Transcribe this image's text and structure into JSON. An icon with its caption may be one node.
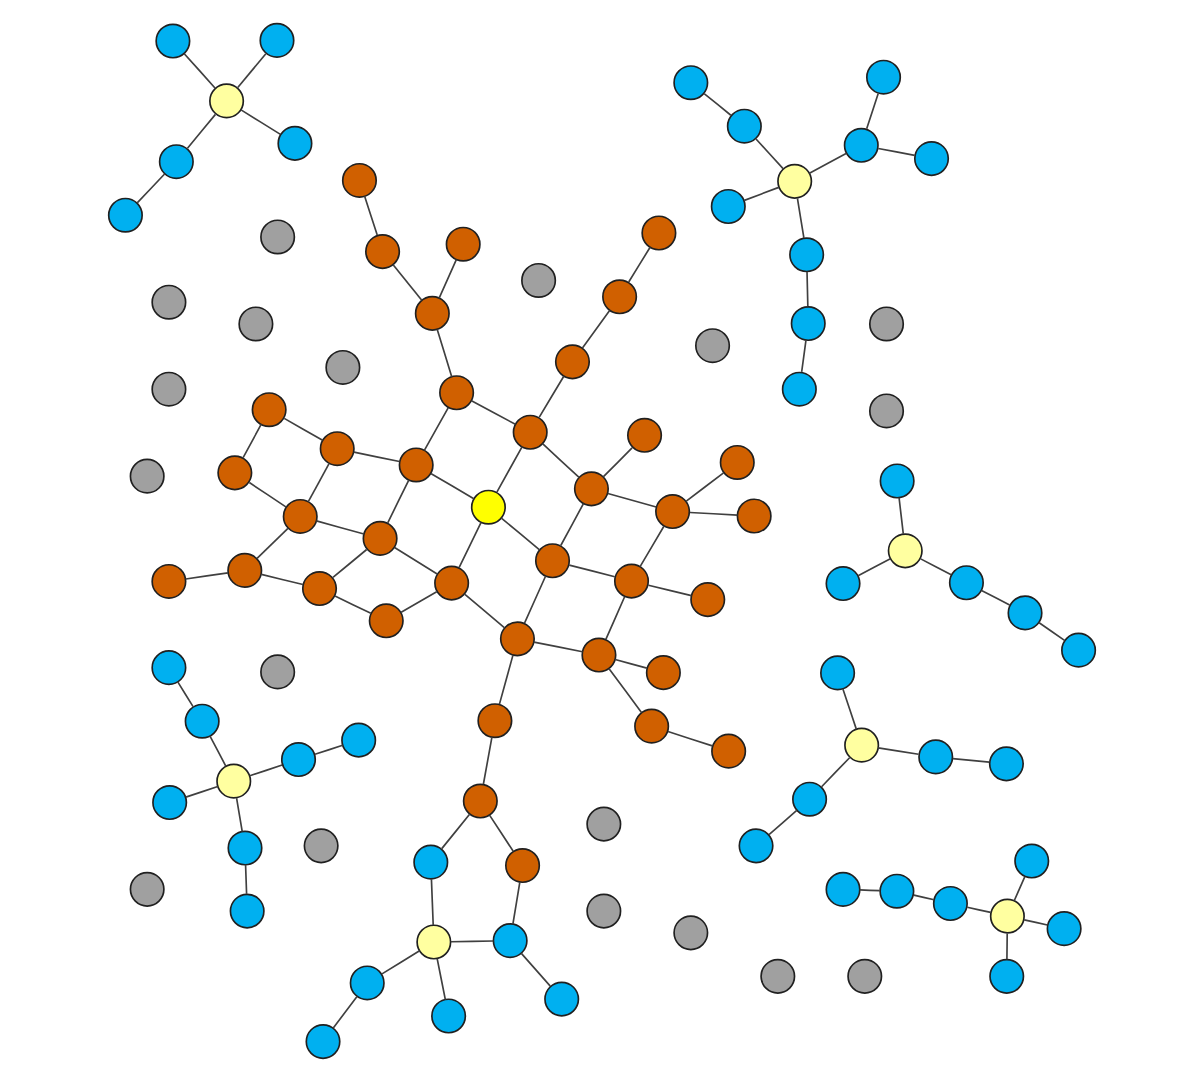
{
  "diagram": {
    "nodes": [
      {
        "text": [],
        "shape": "circle"
      },
      {
        "text": [],
        "shape": "circle"
      },
      {
        "text": [],
        "shape": "circle"
      },
      {
        "text": [],
        "shape": "circle"
      },
      {
        "text": [],
        "shape": "circle"
      },
      {
        "text": [],
        "shape": "circle"
      },
      {
        "text": [],
        "shape": "circle"
      },
      {
        "text": [],
        "shape": "circle"
      },
      {
        "text": [],
        "shape": "circle"
      },
      {
        "text": [],
        "shape": "circle"
      },
      {
        "text": [],
        "shape": "circle"
      },
      {
        "text": [],
        "shape": "circle"
      },
      {
        "text": [],
        "shape": "circle"
      },
      {
        "text": [],
        "shape": "circle"
      },
      {
        "text": [],
        "shape": "circle"
      },
      {
        "text": [],
        "shape": "circle"
      },
      {
        "text": [],
        "shape": "circle"
      },
      {
        "text": [],
        "shape": "circle"
      },
      {
        "text": [],
        "shape": "circle"
      },
      {
        "text": [],
        "shape": "circle"
      },
      {
        "text": [],
        "shape": "circle"
      },
      {
        "text": [],
        "shape": "circle"
      },
      {
        "text": [],
        "shape": "circle"
      },
      {
        "text": [],
        "shape": "circle"
      },
      {
        "text": [],
        "shape": "circle"
      },
      {
        "text": [],
        "shape": "circle"
      },
      {
        "text": [],
        "shape": "circle"
      },
      {
        "text": [],
        "shape": "circle"
      },
      {
        "text": [],
        "shape": "circle"
      },
      {
        "text": [],
        "shape": "circle"
      },
      {
        "text": [],
        "shape": "circle"
      },
      {
        "text": [],
        "shape": "circle"
      },
      {
        "text": [],
        "shape": "circle"
      },
      {
        "text": [],
        "shape": "circle"
      },
      {
        "text": [],
        "shape": "circle"
      },
      {
        "text": [],
        "shape": "circle"
      },
      {
        "text": [],
        "shape": "circle"
      },
      {
        "text": [],
        "shape": "circle"
      },
      {
        "text": [],
        "shape": "circle"
      },
      {
        "text": [],
        "shape": "circle"
      },
      {
        "text": [],
        "shape": "circle"
      },
      {
        "text": [],
        "shape": "circle"
      },
      {
        "text": [],
        "shape": "circle"
      },
      {
        "text": [],
        "shape": "circle"
      },
      {
        "text": [],
        "shape": "circle"
      },
      {
        "text": [],
        "shape": "circle"
      },
      {
        "text": [],
        "shape": "circle"
      },
      {
        "text": [],
        "shape": "circle"
      },
      {
        "text": [],
        "shape": "circle"
      },
      {
        "text": [],
        "shape": "circle"
      },
      {
        "text": [],
        "shape": "circle"
      },
      {
        "text": [],
        "shape": "circle"
      },
      {
        "text": [],
        "shape": "circle"
      },
      {
        "text": [],
        "shape": "circle"
      },
      {
        "text": [],
        "shape": "circle"
      },
      {
        "text": [],
        "shape": "circle"
      },
      {
        "text": [],
        "shape": "circle"
      },
      {
        "text": [],
        "shape": "circle"
      },
      {
        "text": [],
        "shape": "circle"
      },
      {
        "text": [],
        "shape": "circle"
      },
      {
        "text": [],
        "shape": "circle"
      },
      {
        "text": [],
        "shape": "circle"
      },
      {
        "text": [],
        "shape": "circle"
      },
      {
        "text": [],
        "shape": "circle"
      },
      {
        "text": [],
        "shape": "circle"
      },
      {
        "text": [],
        "shape": "circle"
      },
      {
        "text": [],
        "shape": "circle"
      },
      {
        "text": [],
        "shape": "circle"
      },
      {
        "text": [],
        "shape": "circle"
      },
      {
        "text": [],
        "shape": "circle"
      },
      {
        "text": [],
        "shape": "circle"
      },
      {
        "text": [],
        "shape": "circle"
      },
      {
        "text": [],
        "shape": "circle"
      },
      {
        "text": [],
        "shape": "circle"
      },
      {
        "text": [],
        "shape": "circle"
      },
      {
        "text": [],
        "shape": "circle"
      },
      {
        "text": [],
        "shape": "circle"
      },
      {
        "text": [],
        "shape": "circle"
      },
      {
        "text": [],
        "shape": "circle"
      },
      {
        "text": [],
        "shape": "circle"
      },
      {
        "text": [],
        "shape": "circle"
      },
      {
        "text": [],
        "shape": "circle"
      },
      {
        "text": [],
        "shape": "circle"
      },
      {
        "text": [],
        "shape": "circle"
      },
      {
        "text": [],
        "shape": "circle"
      },
      {
        "text": [],
        "shape": "circle"
      },
      {
        "text": [],
        "shape": "circle"
      },
      {
        "text": [],
        "shape": "circle"
      },
      {
        "text": [],
        "shape": "circle"
      },
      {
        "text": [],
        "shape": "circle"
      },
      {
        "text": [],
        "shape": "circle"
      },
      {
        "text": [],
        "shape": "circle"
      },
      {
        "text": [],
        "shape": "circle"
      },
      {
        "text": [],
        "shape": "circle"
      },
      {
        "text": [],
        "shape": "circle"
      },
      {
        "text": [],
        "shape": "circle"
      },
      {
        "text": [],
        "shape": "circle"
      },
      {
        "text": [],
        "shape": "circle"
      },
      {
        "text": [],
        "shape": "circle"
      },
      {
        "text": [],
        "shape": "circle"
      },
      {
        "text": [],
        "shape": "circle"
      },
      {
        "text": [],
        "shape": "circle"
      },
      {
        "text": [],
        "shape": "circle"
      },
      {
        "text": [],
        "shape": "circle"
      },
      {
        "text": [],
        "shape": "circle"
      }
    ],
    "edges": [
      {
        "from": 2,
        "to": 7,
        "arrow": "none"
      },
      {
        "from": 3,
        "to": 8,
        "arrow": "none"
      },
      {
        "from": 4,
        "to": 9,
        "arrow": "none"
      },
      {
        "from": 7,
        "to": 8,
        "arrow": "none"
      },
      {
        "from": 8,
        "to": 9,
        "arrow": "none"
      },
      {
        "from": 8,
        "to": 15,
        "arrow": "none"
      },
      {
        "from": 15,
        "to": 19,
        "arrow": "none"
      },
      {
        "from": 9,
        "to": 20,
        "arrow": "none"
      },
      {
        "from": 11,
        "to": 12,
        "arrow": "none"
      },
      {
        "from": 12,
        "to": 13,
        "arrow": "none"
      },
      {
        "from": 13,
        "to": 14,
        "arrow": "none"
      },
      {
        "from": 6,
        "to": 14,
        "arrow": "none"
      },
      {
        "from": 13,
        "to": 17,
        "arrow": "none"
      },
      {
        "from": 29,
        "to": 40,
        "arrow": "none"
      },
      {
        "from": 30,
        "to": 41,
        "arrow": "none"
      },
      {
        "from": 40,
        "to": 41,
        "arrow": "none"
      },
      {
        "from": 41,
        "to": 42,
        "arrow": "none"
      },
      {
        "from": 41,
        "to": 55,
        "arrow": "none"
      },
      {
        "from": 38,
        "to": 39,
        "arrow": "none"
      },
      {
        "from": 38,
        "to": 51,
        "arrow": "none"
      },
      {
        "from": 50,
        "to": 51,
        "arrow": "none"
      },
      {
        "from": 51,
        "to": 52,
        "arrow": "none"
      },
      {
        "from": 52,
        "to": 53,
        "arrow": "none"
      },
      {
        "from": 51,
        "to": 64,
        "arrow": "none"
      },
      {
        "from": 63,
        "to": 64,
        "arrow": "none"
      },
      {
        "from": 76,
        "to": 77,
        "arrow": "none"
      },
      {
        "from": 76,
        "to": 83,
        "arrow": "none"
      },
      {
        "from": 82,
        "to": 83,
        "arrow": "none"
      },
      {
        "from": 83,
        "to": 84,
        "arrow": "none"
      },
      {
        "from": 84,
        "to": 85,
        "arrow": "none"
      },
      {
        "from": 84,
        "to": 95,
        "arrow": "none"
      },
      {
        "from": 83,
        "to": 94,
        "arrow": "none"
      },
      {
        "from": 92,
        "to": 93,
        "arrow": "none"
      },
      {
        "from": 93,
        "to": 94,
        "arrow": "none"
      },
      {
        "from": 79,
        "to": 87,
        "arrow": "none"
      },
      {
        "from": 86,
        "to": 87,
        "arrow": "none"
      },
      {
        "from": 87,
        "to": 88,
        "arrow": "none"
      },
      {
        "from": 87,
        "to": 96,
        "arrow": "none"
      },
      {
        "from": 96,
        "to": 97,
        "arrow": "none"
      },
      {
        "from": 97,
        "to": 103,
        "arrow": "none"
      },
      {
        "from": 80,
        "to": 81,
        "arrow": "none"
      },
      {
        "from": 81,
        "to": 91,
        "arrow": "none"
      },
      {
        "from": 89,
        "to": 90,
        "arrow": "none"
      },
      {
        "from": 90,
        "to": 91,
        "arrow": "none"
      },
      {
        "from": 90,
        "to": 99,
        "arrow": "none"
      },
      {
        "from": 18,
        "to": 22,
        "arrow": "none"
      },
      {
        "from": 19,
        "to": 20,
        "arrow": "none"
      },
      {
        "from": 19,
        "to": 25,
        "arrow": "none"
      },
      {
        "from": 22,
        "to": 23,
        "arrow": "none"
      },
      {
        "from": 23,
        "to": 24,
        "arrow": "none"
      },
      {
        "from": 26,
        "to": 27,
        "arrow": "none"
      },
      {
        "from": 22,
        "to": 32,
        "arrow": "none"
      },
      {
        "from": 23,
        "to": 33,
        "arrow": "none"
      },
      {
        "from": 24,
        "to": 34,
        "arrow": "none"
      },
      {
        "from": 25,
        "to": 35,
        "arrow": "none"
      },
      {
        "from": 26,
        "to": 36,
        "arrow": "none"
      },
      {
        "from": 31,
        "to": 32,
        "arrow": "none"
      },
      {
        "from": 32,
        "to": 33,
        "arrow": "none"
      },
      {
        "from": 33,
        "to": 34,
        "arrow": "none"
      },
      {
        "from": 34,
        "to": 35,
        "arrow": "none"
      },
      {
        "from": 35,
        "to": 36,
        "arrow": "none"
      },
      {
        "from": 36,
        "to": 37,
        "arrow": "none"
      },
      {
        "from": 31,
        "to": 43,
        "arrow": "none"
      },
      {
        "from": 32,
        "to": 44,
        "arrow": "none"
      },
      {
        "from": 33,
        "to": 45,
        "arrow": "none"
      },
      {
        "from": 34,
        "to": 46,
        "arrow": "none"
      },
      {
        "from": 35,
        "to": 47,
        "arrow": "none"
      },
      {
        "from": 36,
        "to": 48,
        "arrow": "none"
      },
      {
        "from": 43,
        "to": 44,
        "arrow": "none"
      },
      {
        "from": 44,
        "to": 45,
        "arrow": "none"
      },
      {
        "from": 45,
        "to": 46,
        "arrow": "none"
      },
      {
        "from": 46,
        "to": 47,
        "arrow": "none"
      },
      {
        "from": 47,
        "to": 48,
        "arrow": "none"
      },
      {
        "from": 48,
        "to": 49,
        "arrow": "none"
      },
      {
        "from": 45,
        "to": 58,
        "arrow": "none"
      },
      {
        "from": 46,
        "to": 59,
        "arrow": "none"
      },
      {
        "from": 47,
        "to": 60,
        "arrow": "none"
      },
      {
        "from": 48,
        "to": 61,
        "arrow": "none"
      },
      {
        "from": 56,
        "to": 57,
        "arrow": "none"
      },
      {
        "from": 57,
        "to": 58,
        "arrow": "none"
      },
      {
        "from": 58,
        "to": 59,
        "arrow": "none"
      },
      {
        "from": 59,
        "to": 60,
        "arrow": "none"
      },
      {
        "from": 60,
        "to": 61,
        "arrow": "none"
      },
      {
        "from": 61,
        "to": 62,
        "arrow": "none"
      },
      {
        "from": 57,
        "to": 66,
        "arrow": "none"
      },
      {
        "from": 59,
        "to": 68,
        "arrow": "none"
      },
      {
        "from": 60,
        "to": 69,
        "arrow": "none"
      },
      {
        "from": 61,
        "to": 70,
        "arrow": "none"
      },
      {
        "from": 67,
        "to": 68,
        "arrow": "none"
      },
      {
        "from": 66,
        "to": 73,
        "arrow": "none"
      },
      {
        "from": 67,
        "to": 74,
        "arrow": "none"
      }
    ]
  }
}
